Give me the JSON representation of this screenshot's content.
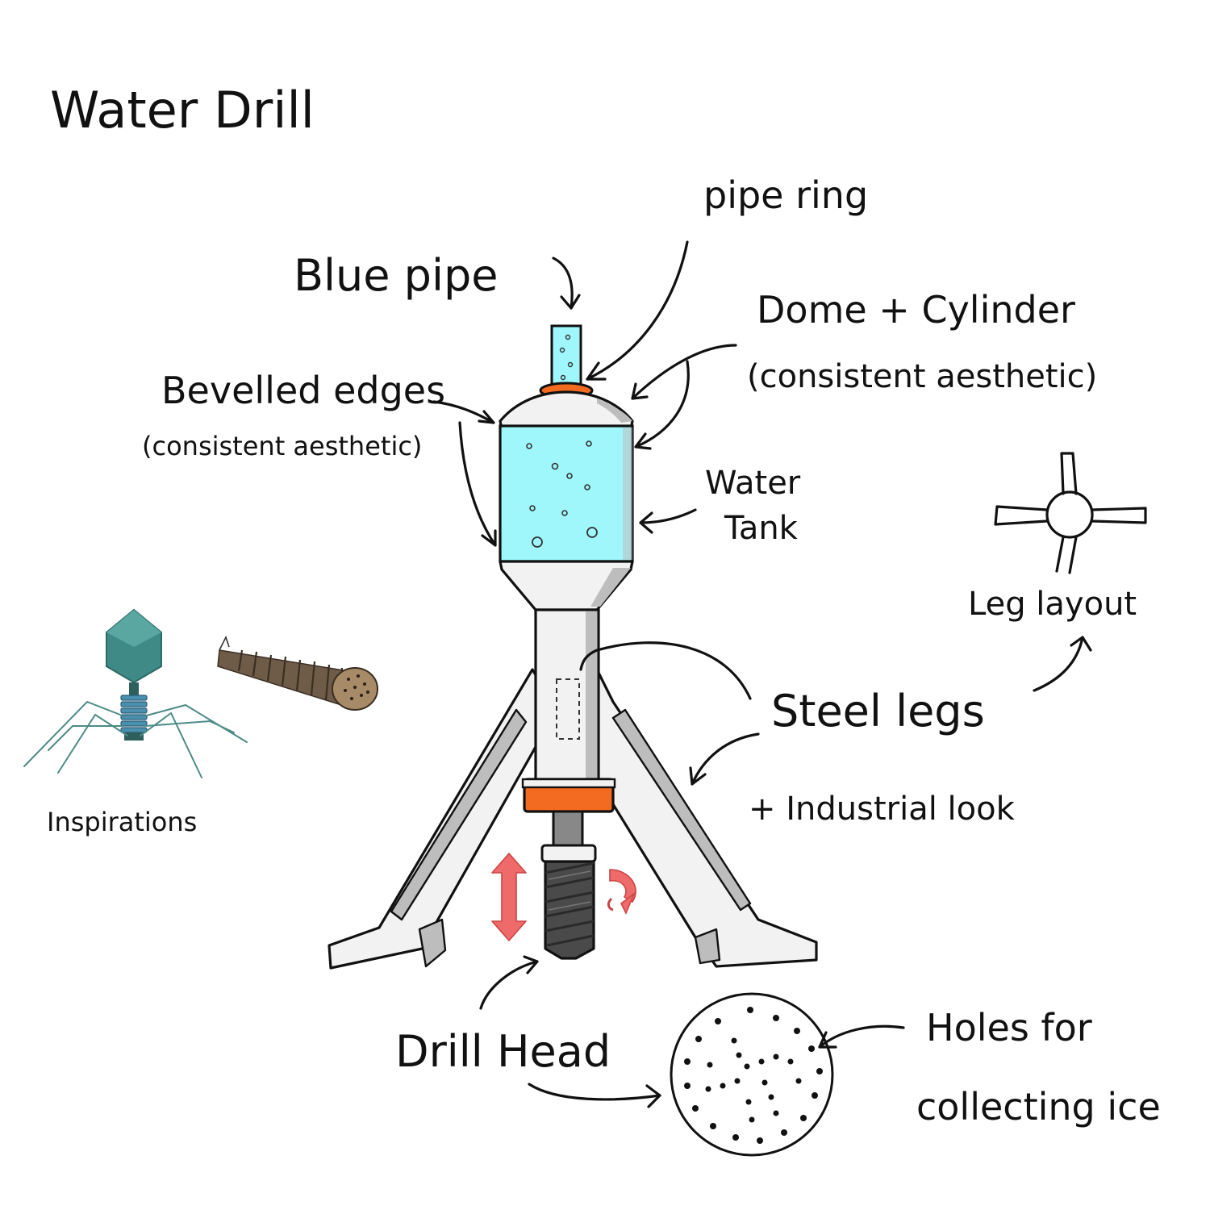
{
  "title": "Water Drill",
  "labels": {
    "pipe_ring": "pipe ring",
    "blue_pipe": "Blue pipe",
    "dome_cylinder": "Dome + Cylinder",
    "dome_cylinder_note": "(consistent aesthetic)",
    "bevelled_edges": "Bevelled edges",
    "bevelled_edges_note": "(consistent aesthetic)",
    "water_tank_1": "Water",
    "water_tank_2": "Tank",
    "leg_layout": "Leg layout",
    "steel_legs": "Steel legs",
    "industrial_look": "+ Industrial look",
    "inspirations": "Inspirations",
    "drill_head": "Drill Head",
    "holes_1": "Holes for",
    "holes_2": "collecting ice"
  },
  "colors": {
    "water": "#9ff7fb",
    "ring": "#f26b21",
    "steel": "#f2f2f2",
    "steel_shade": "#bdbdbd",
    "drill": "#4a4a4a",
    "arrow_red": "#ef6b6b",
    "phage_head": "#3f8a86",
    "ink": "#111111"
  }
}
